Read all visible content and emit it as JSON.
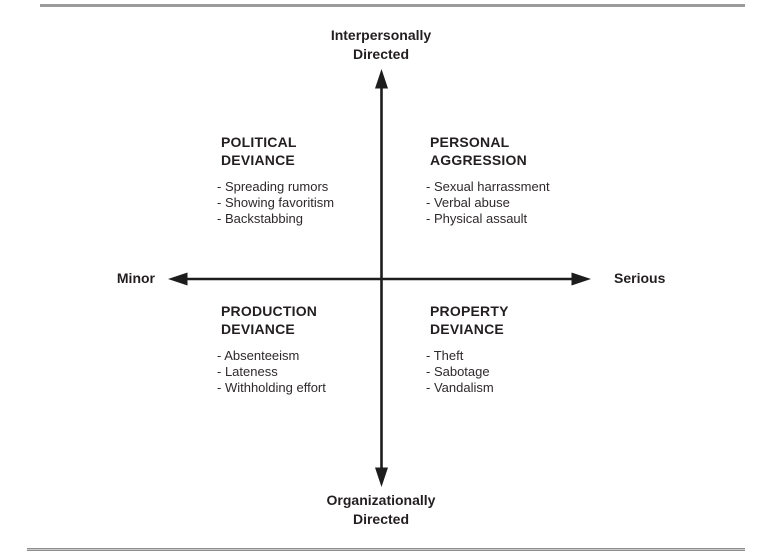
{
  "diagram": {
    "axis_labels": {
      "top": [
        "Interpersonally",
        "Directed"
      ],
      "bottom": [
        "Organizationally",
        "Directed"
      ],
      "left": "Minor",
      "right": "Serious"
    },
    "quadrants": [
      {
        "id": "political-deviance",
        "title": [
          "POLITICAL",
          "DEVIANCE"
        ],
        "items": [
          "- Spreading rumors",
          "- Showing favoritism",
          "- Backstabbing"
        ]
      },
      {
        "id": "personal-aggression",
        "title": [
          "PERSONAL",
          "AGGRESSION"
        ],
        "items": [
          "- Sexual harrassment",
          "- Verbal abuse",
          "- Physical assault"
        ]
      },
      {
        "id": "production-deviance",
        "title": [
          "PRODUCTION",
          "DEVIANCE"
        ],
        "items": [
          "- Absenteeism",
          "- Lateness",
          "- Withholding effort"
        ]
      },
      {
        "id": "property-deviance",
        "title": [
          "PROPERTY",
          "DEVIANCE"
        ],
        "items": [
          "- Theft",
          "- Sabotage",
          "- Vandalism"
        ]
      }
    ],
    "colors": {
      "axis": "#1d1d1d",
      "text": "#231f20",
      "rule": "#9b9b9b"
    }
  }
}
